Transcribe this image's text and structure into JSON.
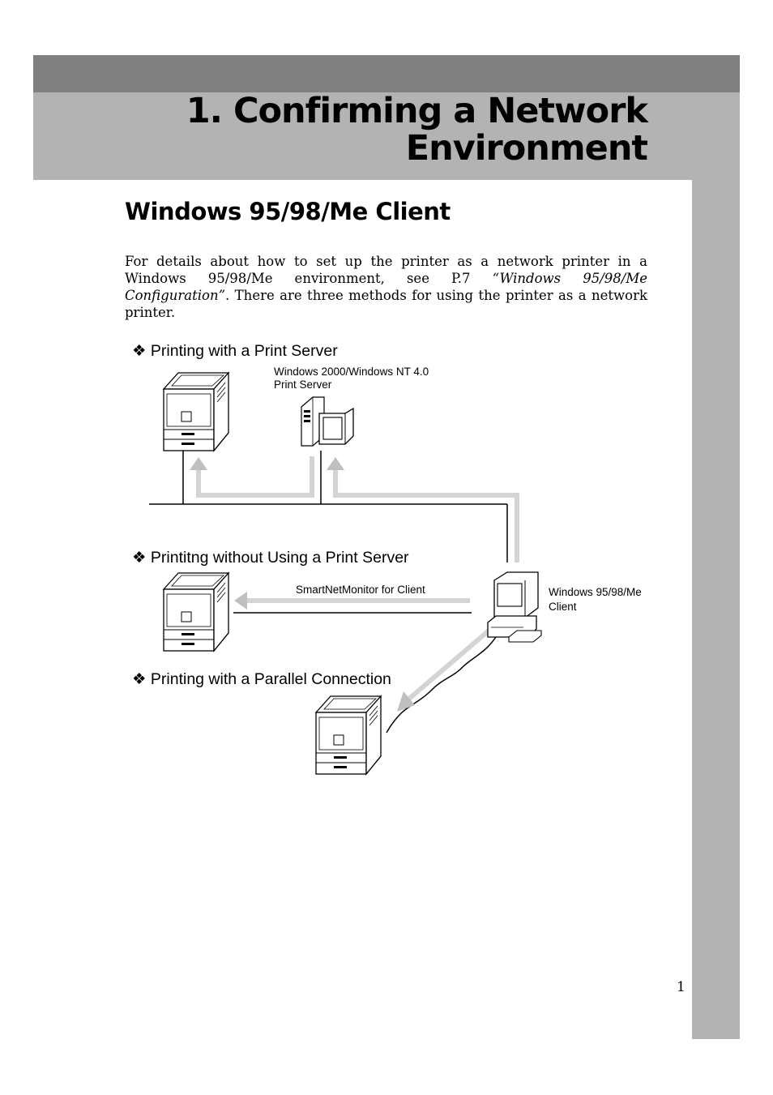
{
  "header": {
    "chapter_title": "1. Confirming a Network\nEnvironment"
  },
  "section": {
    "title": "Windows 95/98/Me Client"
  },
  "intro": {
    "part1": "For details about how to set up the printer as a network printer in a Windows 95/98/Me environment, see P.7 ",
    "link": "“Windows 95/98/Me Configuration”",
    "part2": ". There are three methods for using the printer as a network printer."
  },
  "diagram": {
    "methods": [
      "❖ Printing with a Print Server",
      "❖ Printitng without Using a Print Server",
      "❖ Printing with a Parallel Connection"
    ],
    "server_label_line1": "Windows 2000/Windows NT 4.0",
    "server_label_line2": "Print Server",
    "smartnet_label": "SmartNetMonitor for Client",
    "client_label_line1": "Windows 95/98/Me",
    "client_label_line2": "Client"
  },
  "footer": {
    "page_number": "1"
  }
}
